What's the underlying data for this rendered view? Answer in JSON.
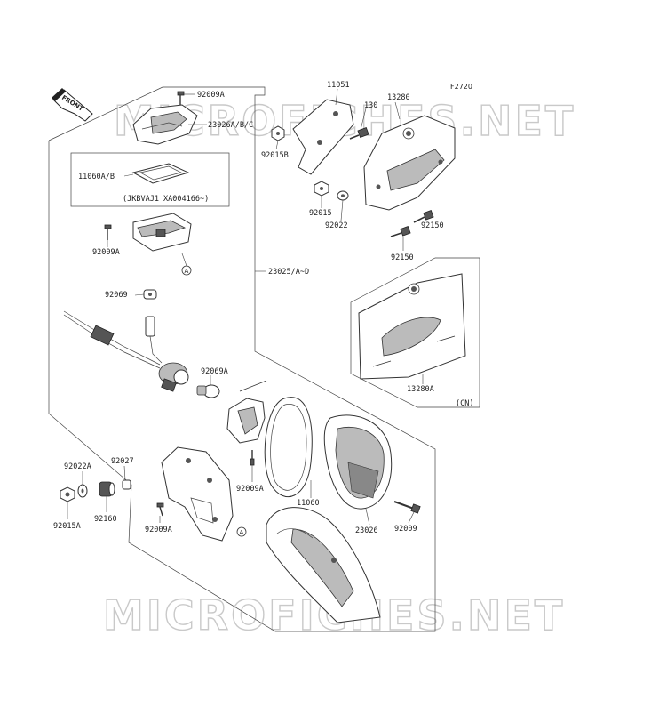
{
  "figure_code": "F2720",
  "front_marker": "FRONT",
  "watermark": "MICROFICHES.NET",
  "callout_a": "A",
  "labels": {
    "p92009A_top": "92009A",
    "p23026ABC": "23026A/B/C",
    "p11060AB": "11060A/B",
    "serial_note": "(JKBVAJ1  XA004166~)",
    "p92009A_left": "92009A",
    "p92069": "92069",
    "p92069A": "92069A",
    "p23025": "23025/A~D",
    "p11051": "11051",
    "p130": "130",
    "p13280": "13280",
    "p92015B": "92015B",
    "p92015": "92015",
    "p92022": "92022",
    "p92150_a": "92150",
    "p92150_b": "92150",
    "p13280A": "13280A",
    "cn_note": "(CN)",
    "p92022A": "92022A",
    "p92027": "92027",
    "p92015A": "92015A",
    "p92160": "92160",
    "p92009A_bracket": "92009A",
    "p92009A_mid": "92009A",
    "p11060": "11060",
    "p23026": "23026",
    "p92009": "92009"
  }
}
